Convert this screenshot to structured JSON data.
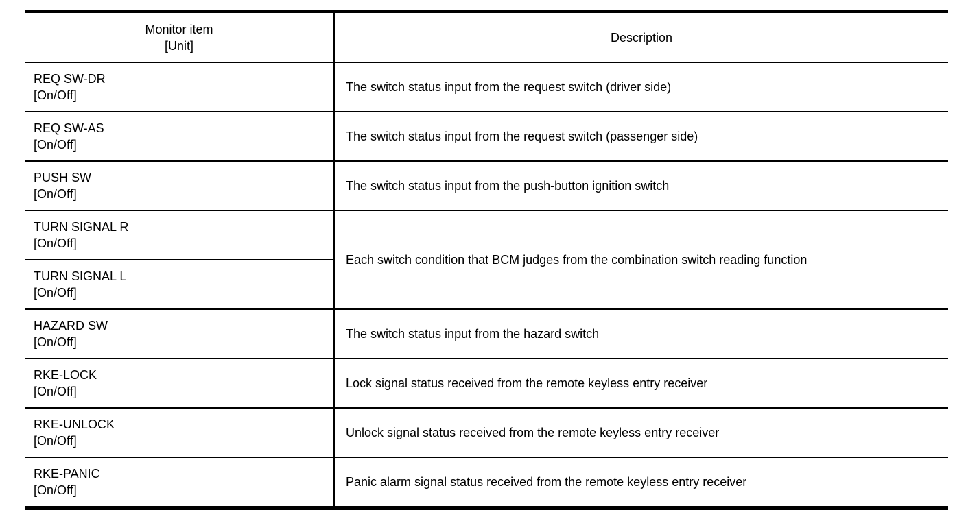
{
  "colors": {
    "border": "#000000",
    "background": "#ffffff",
    "text": "#000000"
  },
  "table": {
    "header": {
      "monitor_item_line1": "Monitor item",
      "monitor_item_line2": "[Unit]",
      "description": "Description"
    },
    "rows": [
      {
        "name": "REQ SW-DR",
        "unit": "[On/Off]",
        "description": "The switch status input from the request switch (driver side)"
      },
      {
        "name": "REQ SW-AS",
        "unit": "[On/Off]",
        "description": "The switch status input from the request switch (passenger side)"
      },
      {
        "name": "PUSH SW",
        "unit": "[On/Off]",
        "description": "The switch status input from the push-button ignition switch"
      },
      {
        "name": "TURN SIGNAL R",
        "unit": "[On/Off]",
        "description": "Each switch condition that BCM judges from the combination switch reading function"
      },
      {
        "name": "TURN SIGNAL L",
        "unit": "[On/Off]",
        "description": null
      },
      {
        "name": "HAZARD SW",
        "unit": "[On/Off]",
        "description": "The switch status input from the hazard switch"
      },
      {
        "name": "RKE-LOCK",
        "unit": "[On/Off]",
        "description": "Lock signal status received from the remote keyless entry receiver"
      },
      {
        "name": "RKE-UNLOCK",
        "unit": "[On/Off]",
        "description": "Unlock signal status received from the remote keyless entry receiver"
      },
      {
        "name": "RKE-PANIC",
        "unit": "[On/Off]",
        "description": "Panic alarm signal status received from the remote keyless entry receiver"
      }
    ]
  }
}
